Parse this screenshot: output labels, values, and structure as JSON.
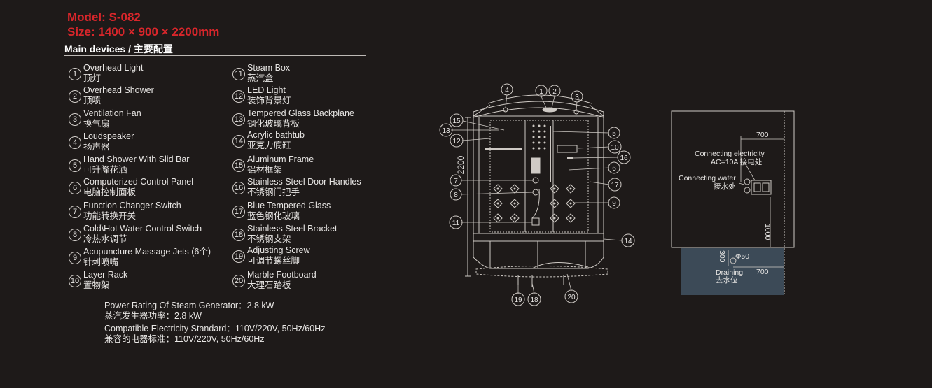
{
  "model": "Model: S-082",
  "size": "Size: 1400 × 900 × 2200mm",
  "heading": "Main devices / 主要配置",
  "devices": [
    {
      "num": "1",
      "en": "Overhead Light",
      "zh": "顶灯"
    },
    {
      "num": "2",
      "en": "Overhead Shower",
      "zh": "顶喷"
    },
    {
      "num": "3",
      "en": "Ventilation Fan",
      "zh": "换气扇"
    },
    {
      "num": "4",
      "en": "Loudspeaker",
      "zh": "扬声器"
    },
    {
      "num": "5",
      "en": "Hand Shower With Slid Bar",
      "zh": "可升降花洒"
    },
    {
      "num": "6",
      "en": "Computerized Control Panel",
      "zh": "电脑控制面板"
    },
    {
      "num": "7",
      "en": "Function Changer Switch",
      "zh": "功能转换开关"
    },
    {
      "num": "8",
      "en": "Cold\\Hot Water Control Switch",
      "zh": "冷热水调节"
    },
    {
      "num": "9",
      "en": "Acupuncture Massage Jets (6个)",
      "zh": "针刺喷嘴"
    },
    {
      "num": "10",
      "en": "Layer Rack",
      "zh": "置物架"
    },
    {
      "num": "11",
      "en": "Steam Box",
      "zh": "蒸汽盒"
    },
    {
      "num": "12",
      "en": "LED Light",
      "zh": "装饰背景灯"
    },
    {
      "num": "13",
      "en": "Tempered Glass Backplane",
      "zh": "钢化玻璃背板"
    },
    {
      "num": "14",
      "en": "Acrylic bathtub",
      "zh": "亚克力底缸"
    },
    {
      "num": "15",
      "en": "Aluminum Frame",
      "zh": "铝材框架"
    },
    {
      "num": "16",
      "en": "Stainless Steel Door Handles",
      "zh": "不锈钢门把手"
    },
    {
      "num": "17",
      "en": "Blue Tempered Glass",
      "zh": "蓝色钢化玻璃"
    },
    {
      "num": "18",
      "en": "Stainless Steel Bracket",
      "zh": "不锈钢支架"
    },
    {
      "num": "19",
      "en": "Adjusting Screw",
      "zh": "可调节螺丝脚"
    },
    {
      "num": "20",
      "en": "Marble Footboard",
      "zh": "大理石踏板"
    }
  ],
  "specs": {
    "power_en": "Power Rating Of Steam Generator：2.8 kW",
    "power_zh": "蒸汽发生器功率：2.8 kW",
    "elec_en": "Compatible Electricity Standard：110V/220V, 50Hz/60Hz",
    "elec_zh": "兼容的电器标准：110V/220V, 50Hz/60Hz"
  },
  "front_view": {
    "height_dim": "2200",
    "callouts": [
      "4",
      "1",
      "2",
      "3",
      "15",
      "13",
      "12",
      "5",
      "10",
      "16",
      "6",
      "7",
      "8",
      "17",
      "9",
      "11",
      "14",
      "19",
      "18",
      "20"
    ]
  },
  "install_view": {
    "dim_top": "700",
    "elec_en": "Connecting electricity",
    "elec_spec": "AC=10A 接电处",
    "water_en": "Connecting water",
    "water_zh": "接水处",
    "dim_vertical": "1000",
    "dim_300": "300",
    "dim_phi": "Φ50",
    "drain_en": "Draining",
    "drain_zh": "去水位",
    "dim_bottom": "700"
  },
  "colors": {
    "red": "#d8262b",
    "bg": "#1e1a19",
    "floor": "#3c4a57"
  }
}
